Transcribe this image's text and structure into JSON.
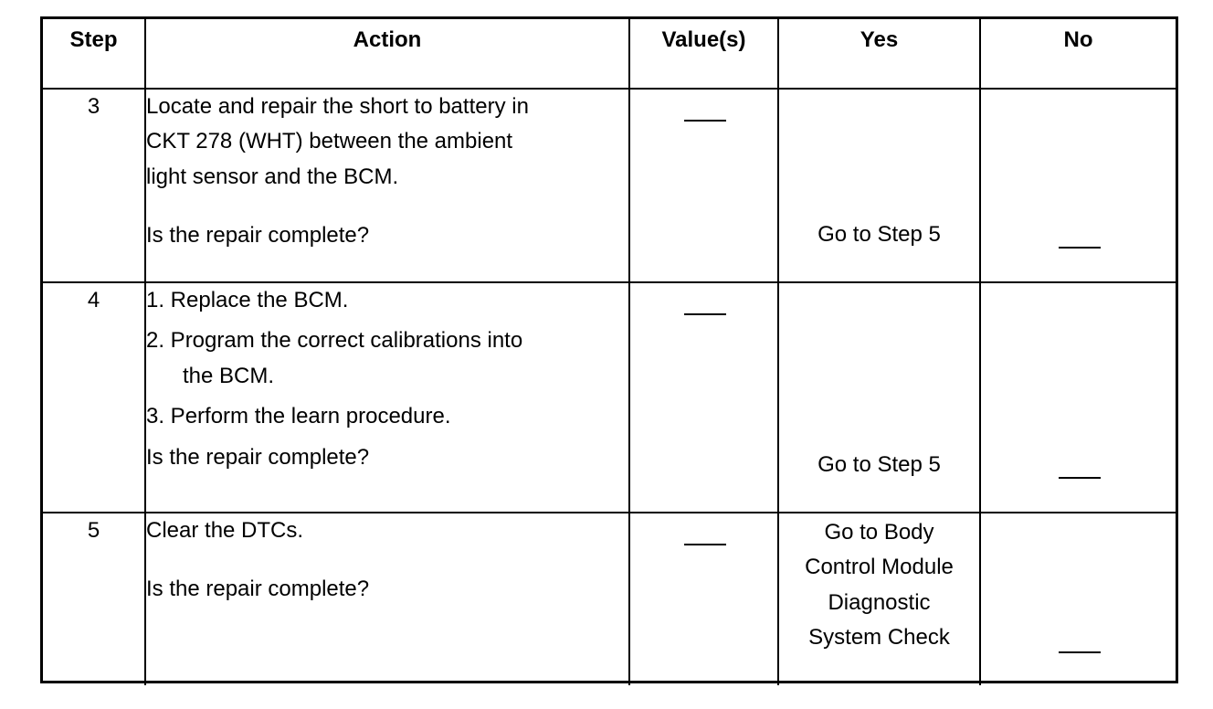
{
  "headers": {
    "step": "Step",
    "action": "Action",
    "values": "Value(s)",
    "yes": "Yes",
    "no": "No"
  },
  "rows": [
    {
      "step": "3",
      "action_lines": [
        "Locate and repair the short to battery in",
        "CKT 278 (WHT) between the ambient",
        "light sensor and the BCM."
      ],
      "question": "Is the repair complete?",
      "yes": "Go to Step 5"
    },
    {
      "step": "4",
      "items": [
        {
          "text": "1. Replace the BCM."
        },
        {
          "text": "2. Program the correct calibrations into",
          "cont": "the BCM."
        },
        {
          "text": "3. Perform the learn procedure."
        }
      ],
      "question": "Is the repair complete?",
      "yes": "Go to Step 5"
    },
    {
      "step": "5",
      "action_lines": [
        "Clear the DTCs."
      ],
      "question": "Is the repair complete?",
      "yes_lines": [
        "Go to Body",
        "Control Module",
        "Diagnostic",
        "System Check"
      ]
    }
  ]
}
